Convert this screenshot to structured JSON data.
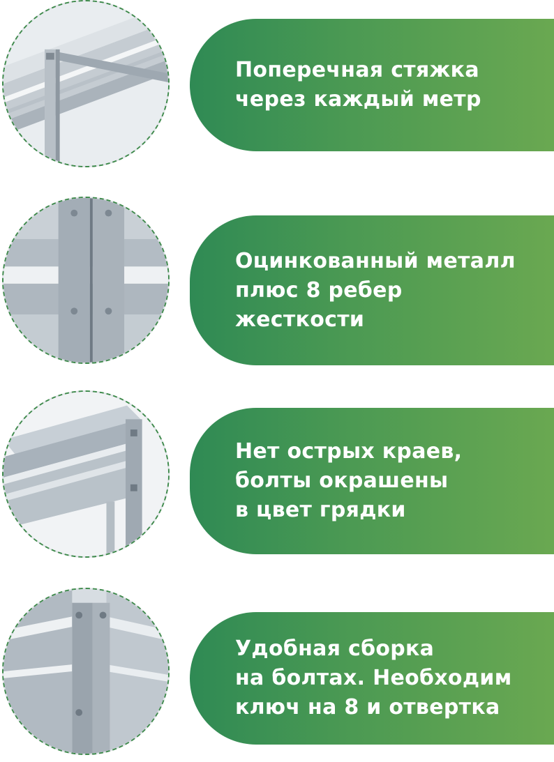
{
  "features": [
    {
      "text": "Поперечная стяжка\nчерез каждый метр",
      "image": "cross-brace-photo-icon"
    },
    {
      "text": "Оцинкованный металл\nплюс 8 ребер\nжесткости",
      "image": "galvanized-metal-photo-icon"
    },
    {
      "text": "Нет острых краев,\nболты окрашены\nв цвет грядки",
      "image": "rounded-edges-photo-icon"
    },
    {
      "text": "Удобная сборка\nна болтах. Необходим\nключ на 8 и отвертка",
      "image": "bolt-assembly-photo-icon"
    }
  ],
  "colors": {
    "pill_start": "#2f8a54",
    "pill_end": "#6aa851",
    "circle_border": "#3f8a4c",
    "text": "#ffffff"
  }
}
